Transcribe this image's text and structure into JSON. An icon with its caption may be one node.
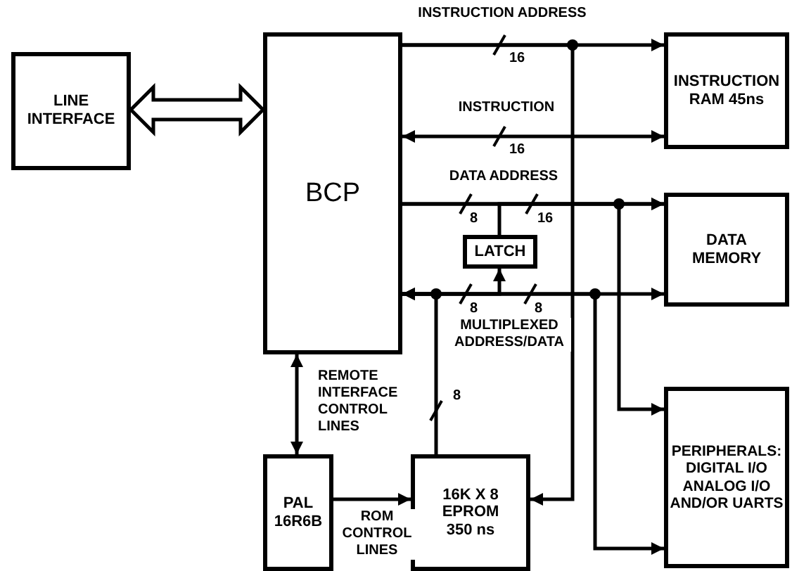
{
  "diagram": {
    "nodes": [
      {
        "text": [
          "LINE INTERFACE"
        ]
      },
      {
        "text": [
          "BCP"
        ]
      },
      {
        "text": [
          "INSTRUCTION RAM 45ns"
        ]
      },
      {
        "text": [
          "LATCH"
        ]
      },
      {
        "text": [
          "DATA MEMORY"
        ]
      },
      {
        "text": [
          "PERIPHERALS: DIGITAL I/O ANALOG I/O AND/OR UARTS"
        ]
      },
      {
        "text": [
          "PAL 16R6B"
        ]
      },
      {
        "text": [
          "16K X 8 EPROM 350 ns"
        ]
      }
    ],
    "edges": [
      {
        "from": 0,
        "to": 1,
        "arrow": "both",
        "style": "thick"
      },
      {
        "from": 1,
        "to": 2,
        "arrow": "to",
        "label": "INSTRUCTION ADDRESS"
      },
      {
        "from": 1,
        "to": 7,
        "arrow": "to"
      },
      {
        "from": 1,
        "to": 2,
        "arrow": "both",
        "label": "INSTRUCTION"
      },
      {
        "from": 1,
        "to": 4,
        "arrow": "to",
        "label": "DATA ADDRESS"
      },
      {
        "from": 1,
        "to": 5,
        "arrow": "to"
      },
      {
        "from": 3,
        "to": 4,
        "arrow": "to"
      },
      {
        "from": 1,
        "to": 4,
        "arrow": "both",
        "label": "MULTIPLEXED ADDRESS/DATA"
      },
      {
        "from": 1,
        "to": 5,
        "arrow": "both"
      },
      {
        "from": 7,
        "to": 1,
        "arrow": "to"
      },
      {
        "from": 1,
        "to": 3,
        "arrow": "to"
      },
      {
        "from": 1,
        "to": 6,
        "arrow": "both",
        "label": "REMOTE INTERFACE CONTROL LINES"
      },
      {
        "from": 6,
        "to": 7,
        "arrow": "to",
        "label": "ROM CONTROL LINES"
      }
    ],
    "labels": [
      "16",
      "16",
      "8",
      "16",
      "8",
      "8",
      "8"
    ]
  }
}
